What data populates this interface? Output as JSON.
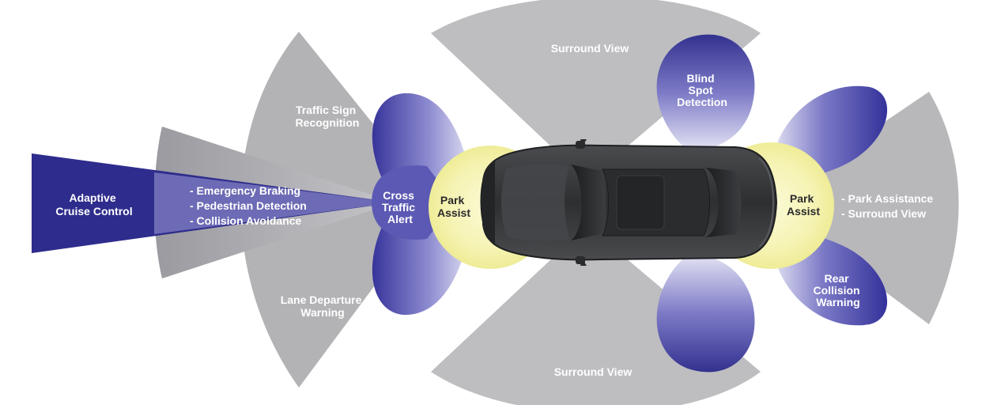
{
  "colors": {
    "navy": "#2e2c8c",
    "navy_mid": "#4a47a8",
    "lavender": "#c9c8ea",
    "gray_light": "#b9b9bb",
    "gray_mid": "#a9a9ab",
    "gray_dark": "#8c8c8e",
    "yellow": "#f2ef9e",
    "car_body": "#3a3b3d"
  },
  "zones": {
    "adaptive_cruise": [
      "Adaptive",
      "Cruise Control"
    ],
    "front_radar": [
      "- Emergency Braking",
      "- Pedestrian Detection",
      "- Collision Avoidance"
    ],
    "traffic_sign": [
      "Traffic Sign",
      "Recognition"
    ],
    "lane_departure": [
      "Lane Departure",
      "Warning"
    ],
    "cross_traffic": [
      "Cross",
      "Traffic",
      "Alert"
    ],
    "park_assist_front": [
      "Park",
      "Assist"
    ],
    "park_assist_rear": [
      "Park",
      "Assist"
    ],
    "surround_top": "Surround View",
    "surround_bottom": "Surround View",
    "blind_spot": [
      "Blind",
      "Spot",
      "Detection"
    ],
    "rear_collision": [
      "Rear",
      "Collision",
      "Warning"
    ],
    "rear_camera": [
      "- Park Assistance",
      "- Surround View"
    ]
  }
}
